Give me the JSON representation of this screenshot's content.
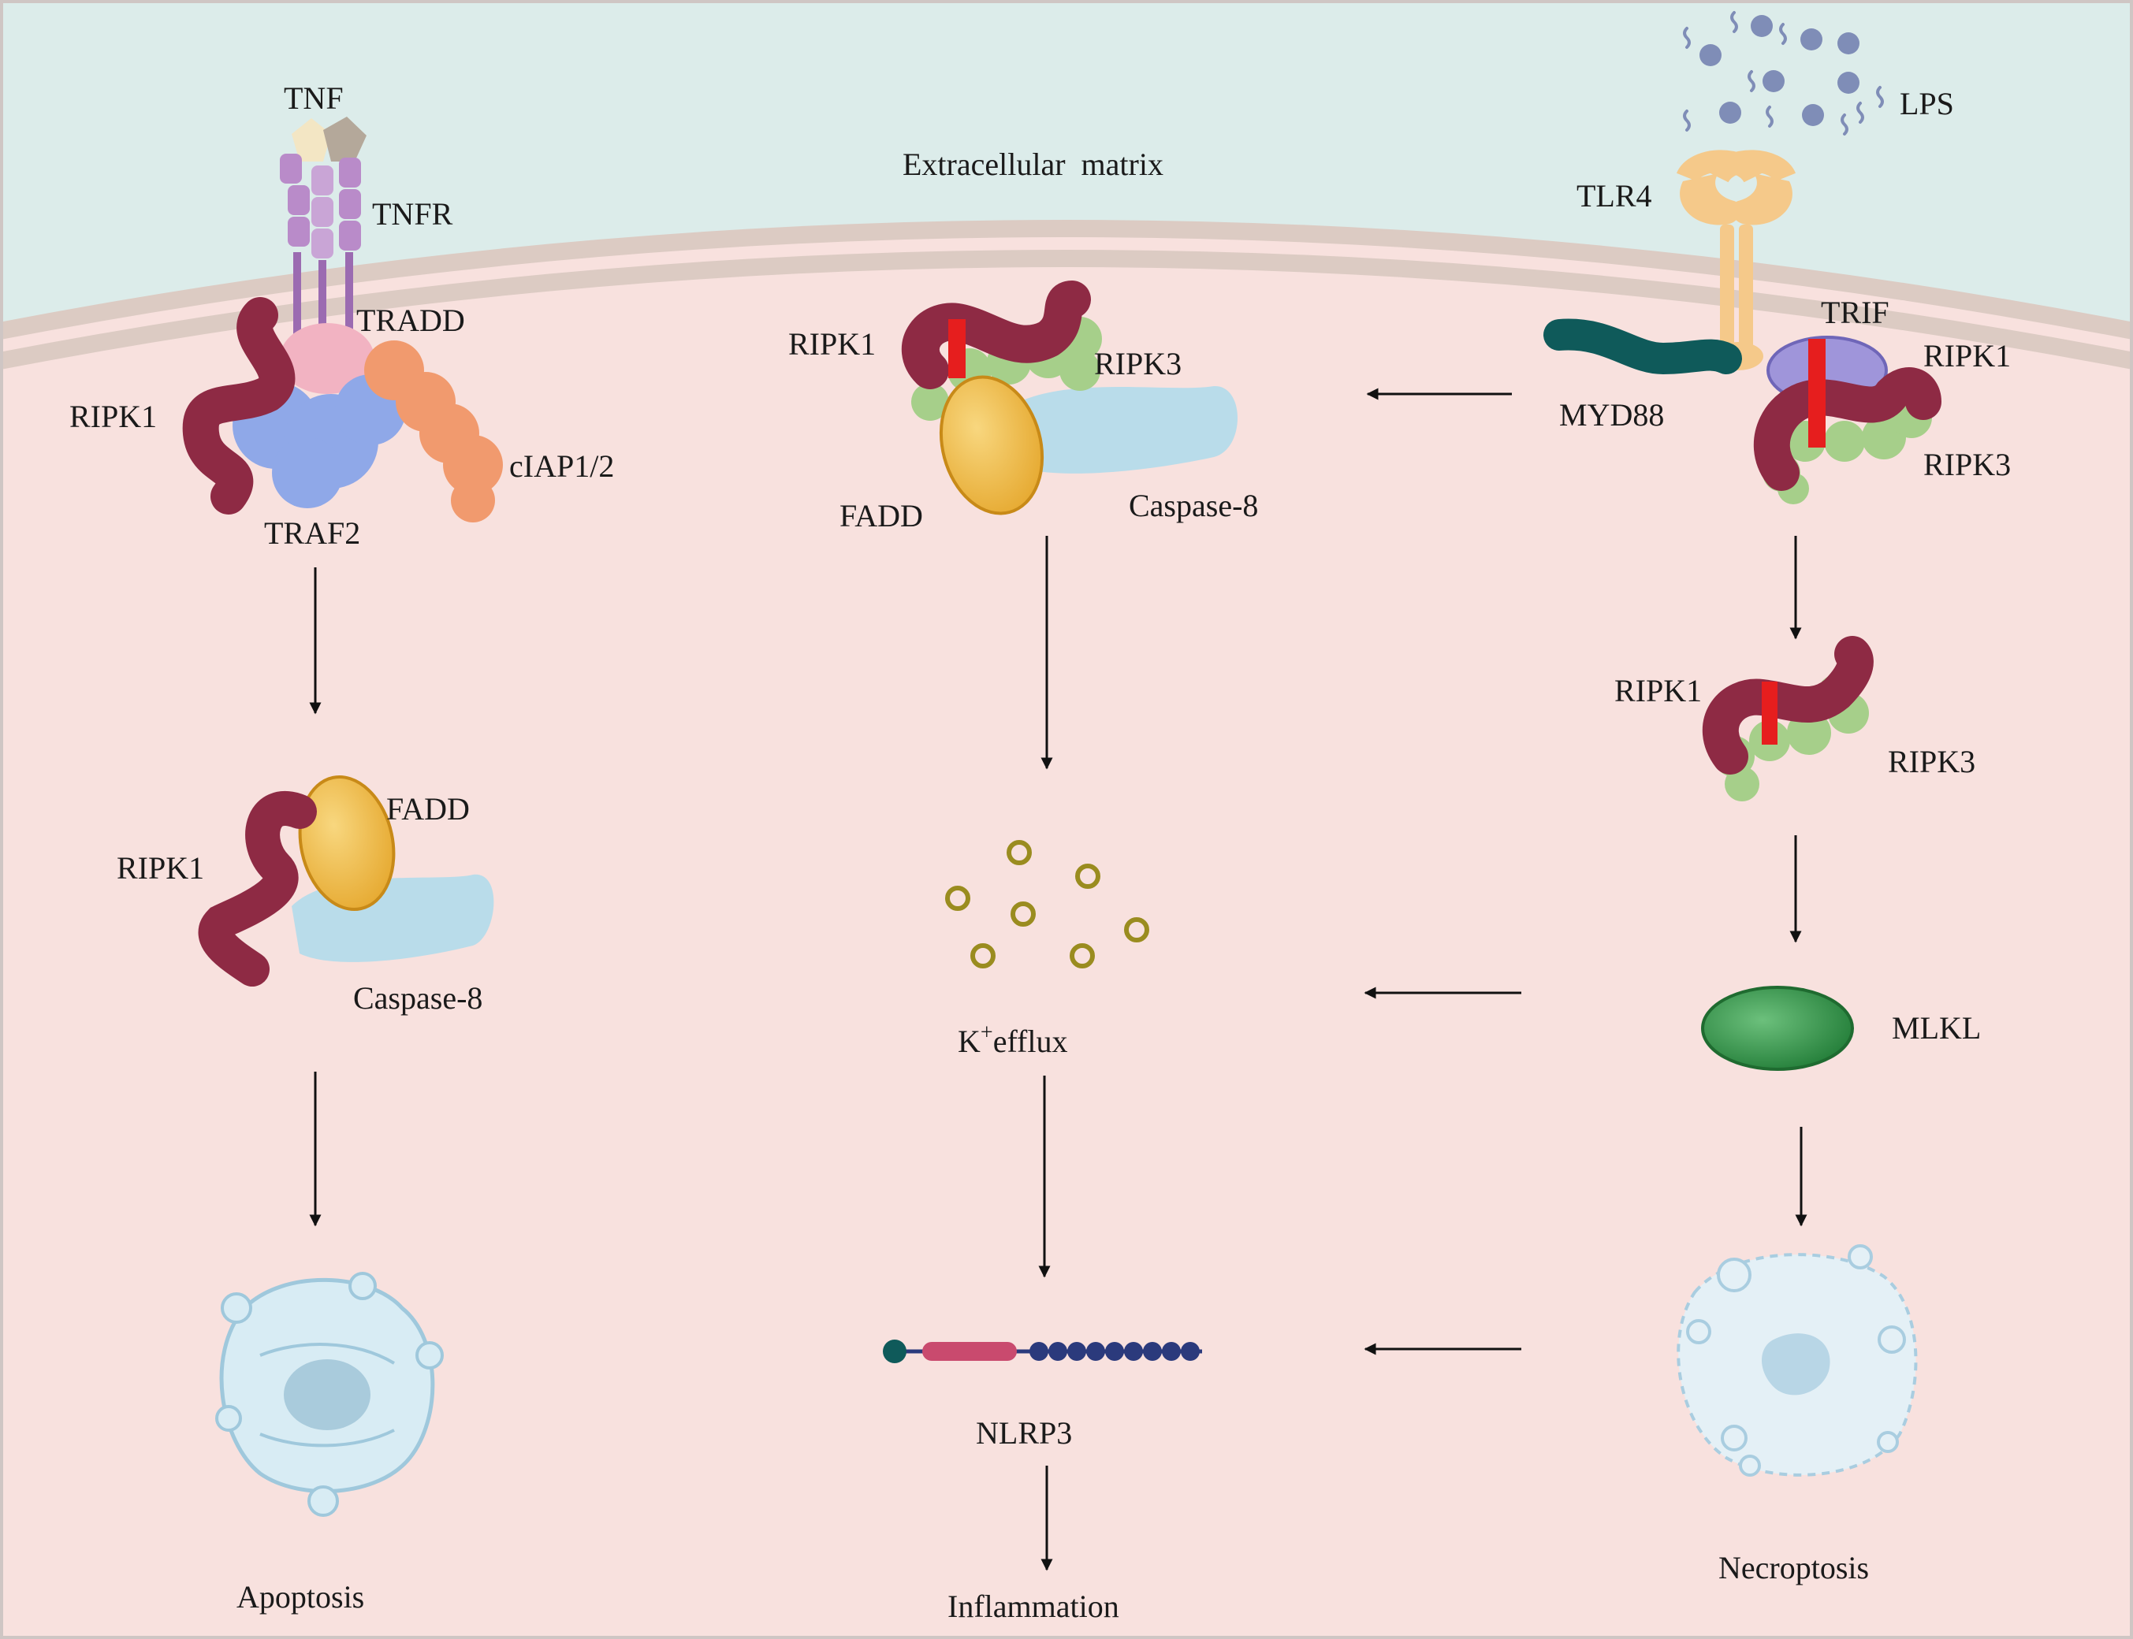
{
  "labels": {
    "tnf": "TNF",
    "tnfr": "TNFR",
    "tradd": "TRADD",
    "ripk1_left": "RIPK1",
    "ciap": "cIAP1/2",
    "traf2": "TRAF2",
    "extracellular": "Extracellular  matrix",
    "ripk1_mid": "RIPK1",
    "ripk3_mid": "RIPK3",
    "fadd_mid": "FADD",
    "casp8_mid": "Caspase-8",
    "lps": "LPS",
    "tlr4": "TLR4",
    "trif": "TRIF",
    "myd88": "MYD88",
    "ripk1_right": "RIPK1",
    "ripk3_right": "RIPK3",
    "ripk1_right2": "RIPK1",
    "ripk3_right2": "RIPK3",
    "ripk1_left2": "RIPK1",
    "fadd_left": "FADD",
    "casp8_left": "Caspase-8",
    "k_efflux_k": "K",
    "k_efflux_sup": "+",
    "k_efflux_rest": "efflux",
    "mlkl": "MLKL",
    "nlrp3": "NLRP3",
    "apoptosis": "Apoptosis",
    "inflammation": "Inflammation",
    "necroptosis": "Necroptosis"
  },
  "colors": {
    "extracellular": "#dcecea",
    "cytoplasm": "#f8e1de",
    "membrane": "#dccbc3",
    "ripk1": "#8e2a44",
    "ripk3": "#a6cf8a",
    "fadd": "#f3c35a",
    "caspase8": "#b9dcea",
    "tradd": "#f2b3c2",
    "traf2": "#8fa8e8",
    "ciap": "#f19a6e",
    "tnfr": "#b98bc9",
    "tlr4": "#f5c98a",
    "trif": "#9f95da",
    "myd88": "#0f5a5a",
    "mlkl": "#2e9a48",
    "nlrp3_bar": "#c94a6e",
    "nlrp3_beads": "#2b3a7c",
    "k_ion": "#9a8c1f",
    "cell": "#bcdcec",
    "red_linker": "#e61e1e"
  }
}
